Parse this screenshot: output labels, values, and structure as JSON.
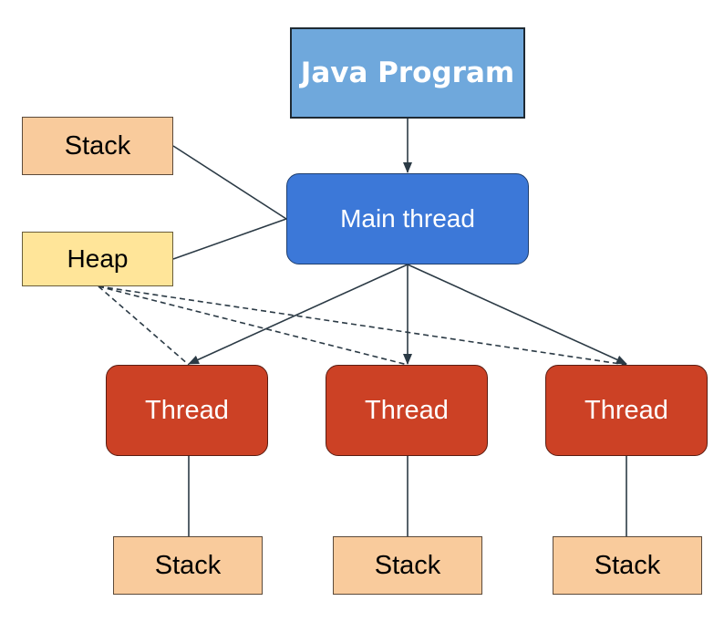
{
  "colors": {
    "program": "#6fa8dc",
    "main_thread": "#3c78d8",
    "thread": "#cc4125",
    "stack": "#f9cb9c",
    "heap": "#ffe599",
    "edge": "#2b3a45"
  },
  "nodes": {
    "program": {
      "label": "Java Program"
    },
    "main_thread": {
      "label": "Main thread"
    },
    "main_stack": {
      "label": "Stack"
    },
    "heap": {
      "label": "Heap"
    },
    "threads": [
      {
        "label": "Thread"
      },
      {
        "label": "Thread"
      },
      {
        "label": "Thread"
      }
    ],
    "thread_stacks": [
      {
        "label": "Stack"
      },
      {
        "label": "Stack"
      },
      {
        "label": "Stack"
      }
    ]
  },
  "edges": [
    {
      "from": "program",
      "to": "main_thread",
      "style": "solid",
      "arrow": true
    },
    {
      "from": "main_stack",
      "to": "main_thread",
      "style": "solid",
      "arrow": false
    },
    {
      "from": "heap",
      "to": "main_thread",
      "style": "solid",
      "arrow": false
    },
    {
      "from": "main_thread",
      "to": "thread_1",
      "style": "solid",
      "arrow": true
    },
    {
      "from": "main_thread",
      "to": "thread_2",
      "style": "solid",
      "arrow": true
    },
    {
      "from": "main_thread",
      "to": "thread_3",
      "style": "solid",
      "arrow": true
    },
    {
      "from": "heap",
      "to": "thread_1",
      "style": "dashed",
      "arrow": false
    },
    {
      "from": "heap",
      "to": "thread_2",
      "style": "dashed",
      "arrow": false
    },
    {
      "from": "heap",
      "to": "thread_3",
      "style": "dashed",
      "arrow": false
    },
    {
      "from": "thread_1",
      "to": "thread_stack_1",
      "style": "solid",
      "arrow": false
    },
    {
      "from": "thread_2",
      "to": "thread_stack_2",
      "style": "solid",
      "arrow": false
    },
    {
      "from": "thread_3",
      "to": "thread_stack_3",
      "style": "solid",
      "arrow": false
    }
  ]
}
